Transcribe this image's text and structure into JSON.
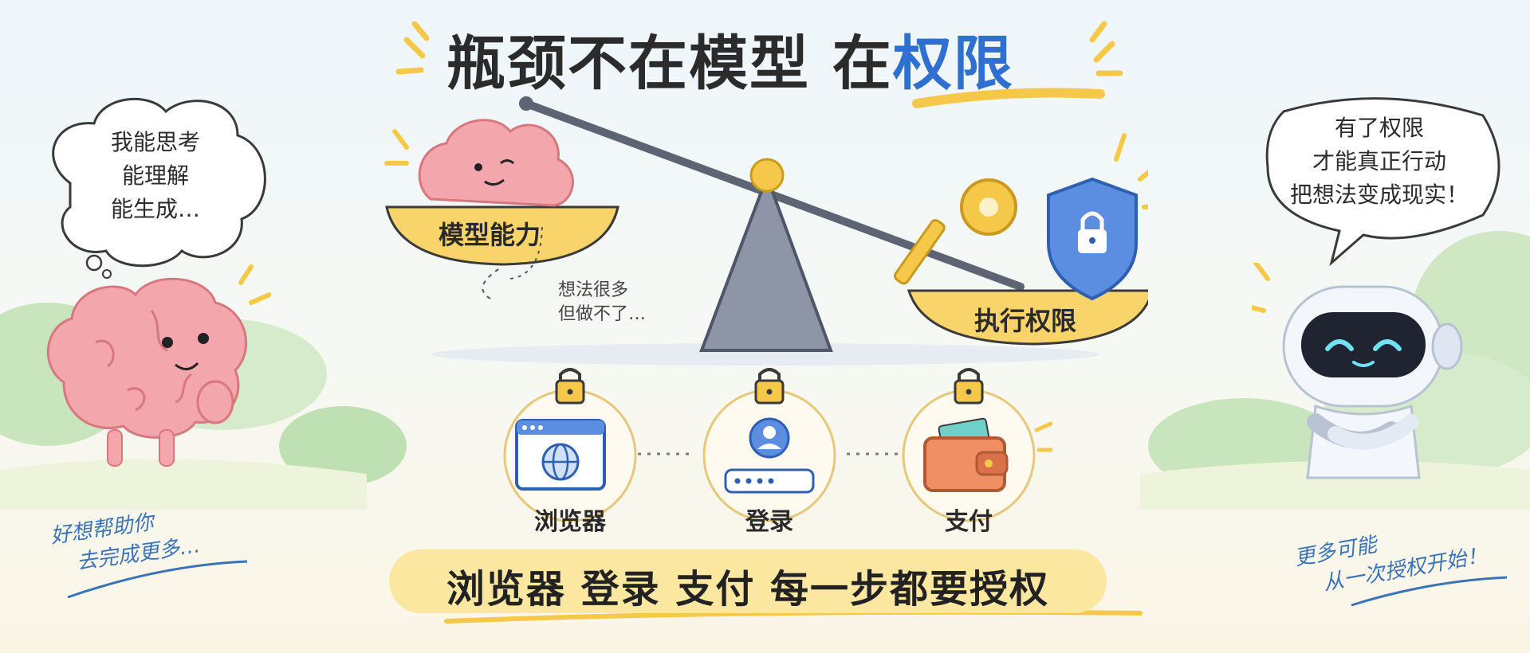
{
  "title": {
    "part1": "瓶颈不在模型 在",
    "accent": "权限"
  },
  "left_bubble": {
    "lines": [
      "我能思考",
      "能理解",
      "能生成…"
    ]
  },
  "right_bubble": {
    "lines": [
      "有了权限",
      "才能真正行动",
      "把想法变成现实！"
    ]
  },
  "balance": {
    "left_pan_label": "模型能力",
    "right_pan_label": "执行权限",
    "note_lines": [
      "想法很多",
      "但做不了…"
    ]
  },
  "permissions": [
    {
      "label": "浏览器",
      "icon": "browser-globe-icon"
    },
    {
      "label": "登录",
      "icon": "login-user-icon"
    },
    {
      "label": "支付",
      "icon": "wallet-icon"
    }
  ],
  "left_caption": {
    "lines": [
      "好想帮助你",
      "去完成更多…"
    ]
  },
  "right_caption": {
    "lines": [
      "更多可能",
      "从一次授权开始！"
    ]
  },
  "bottom_banner": "浏览器  登录  支付  每一步都要授权",
  "colors": {
    "accent": "#2f6fd0",
    "gold": "#f5c84a",
    "brain": "#f4a6ad",
    "handwriting": "#3b73b8"
  }
}
